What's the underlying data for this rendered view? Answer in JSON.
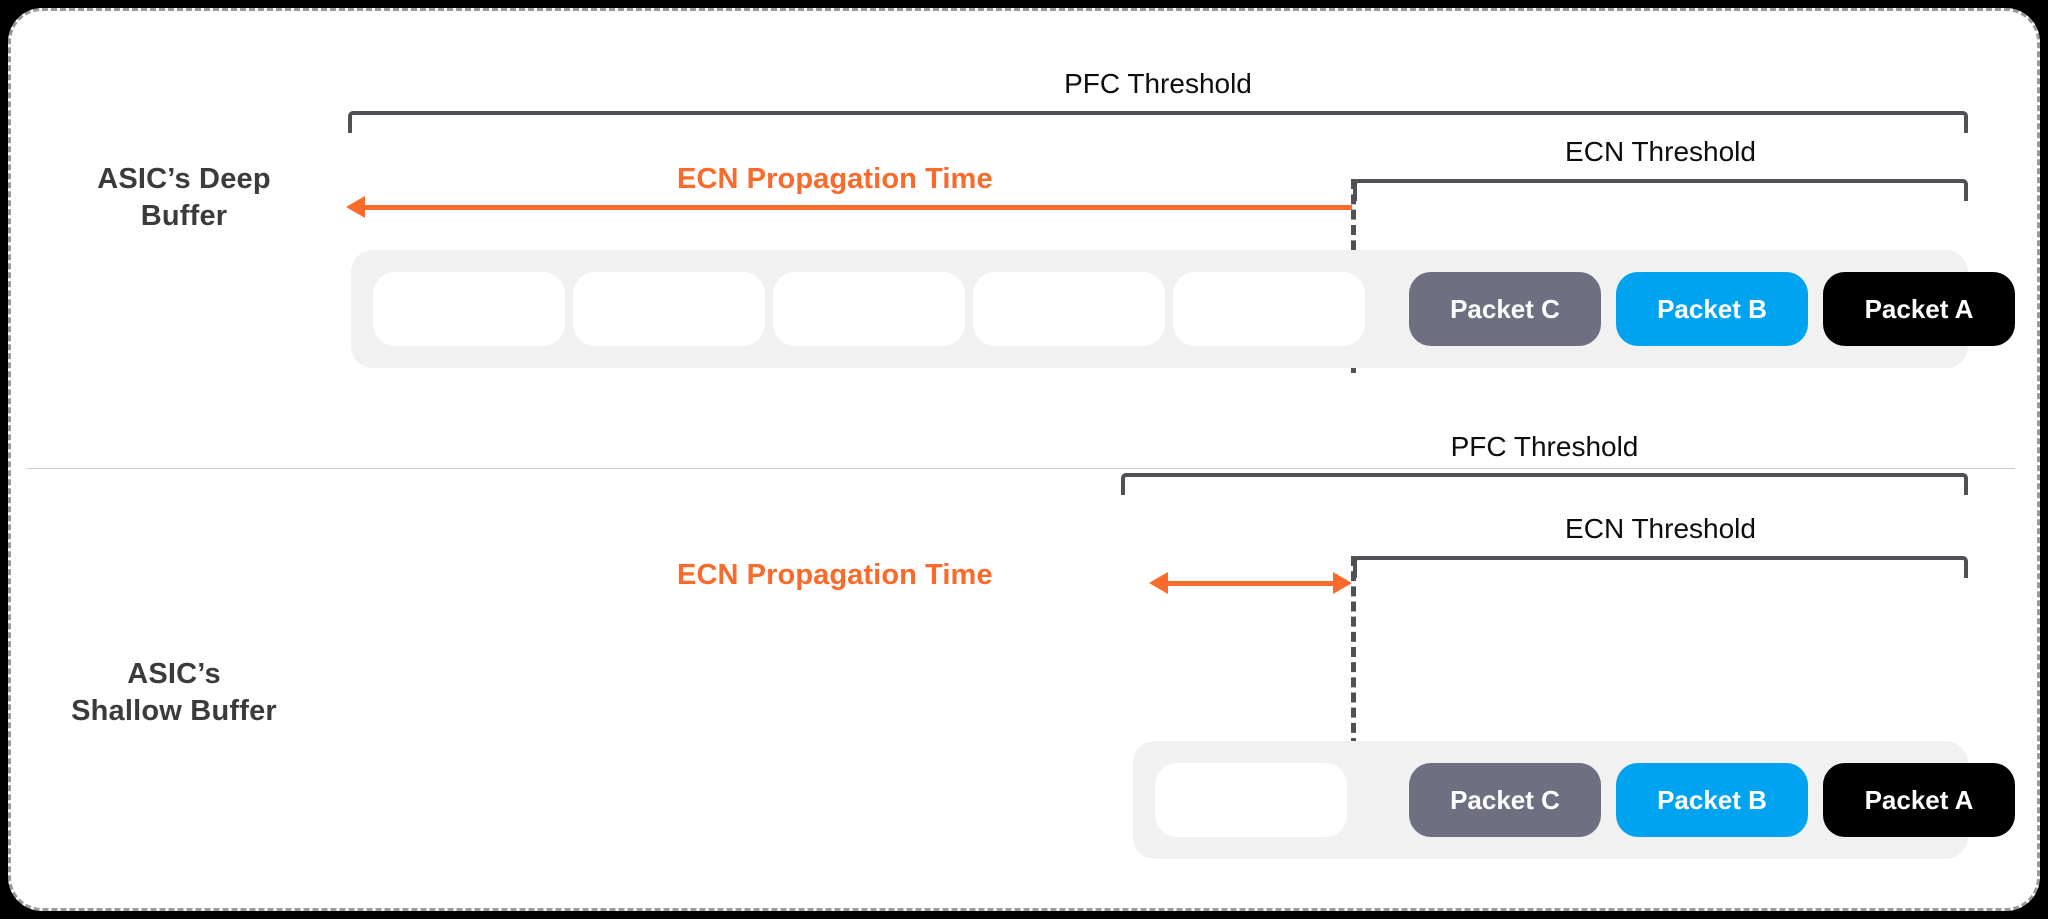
{
  "diagram": {
    "title_row_deep": "ASIC’s Deep\nBuffer",
    "title_row_shallow": "ASIC’s\nShallow Buffer",
    "colors": {
      "accent_orange": "#F96A2B",
      "bracket_gray": "#4F5157",
      "buffer_tray": "#F1F1F1",
      "packet_c": "#6E7082",
      "packet_b": "#00A3F0",
      "packet_a": "#000000",
      "card_background": "#FFFFFF",
      "page_background": "#000000"
    }
  },
  "rows": [
    {
      "id": "deep-buffer",
      "label": "ASIC’s Deep\nBuffer",
      "pfc_threshold_label": "PFC Threshold",
      "ecn_threshold_label": "ECN Threshold",
      "propagation_label": "ECN Propagation Time",
      "arrow_direction": "left",
      "empty_slot_count": 5,
      "packets": [
        {
          "label": "Packet C",
          "color": "#6E7082"
        },
        {
          "label": "Packet B",
          "color": "#00A3F0"
        },
        {
          "label": "Packet A",
          "color": "#000000"
        }
      ]
    },
    {
      "id": "shallow-buffer",
      "label": "ASIC’s\nShallow Buffer",
      "pfc_threshold_label": "PFC Threshold",
      "ecn_threshold_label": "ECN Threshold",
      "propagation_label": "ECN Propagation Time",
      "arrow_direction": "both",
      "empty_slot_count": 1,
      "packets": [
        {
          "label": "Packet C",
          "color": "#6E7082"
        },
        {
          "label": "Packet B",
          "color": "#00A3F0"
        },
        {
          "label": "Packet A",
          "color": "#000000"
        }
      ]
    }
  ]
}
